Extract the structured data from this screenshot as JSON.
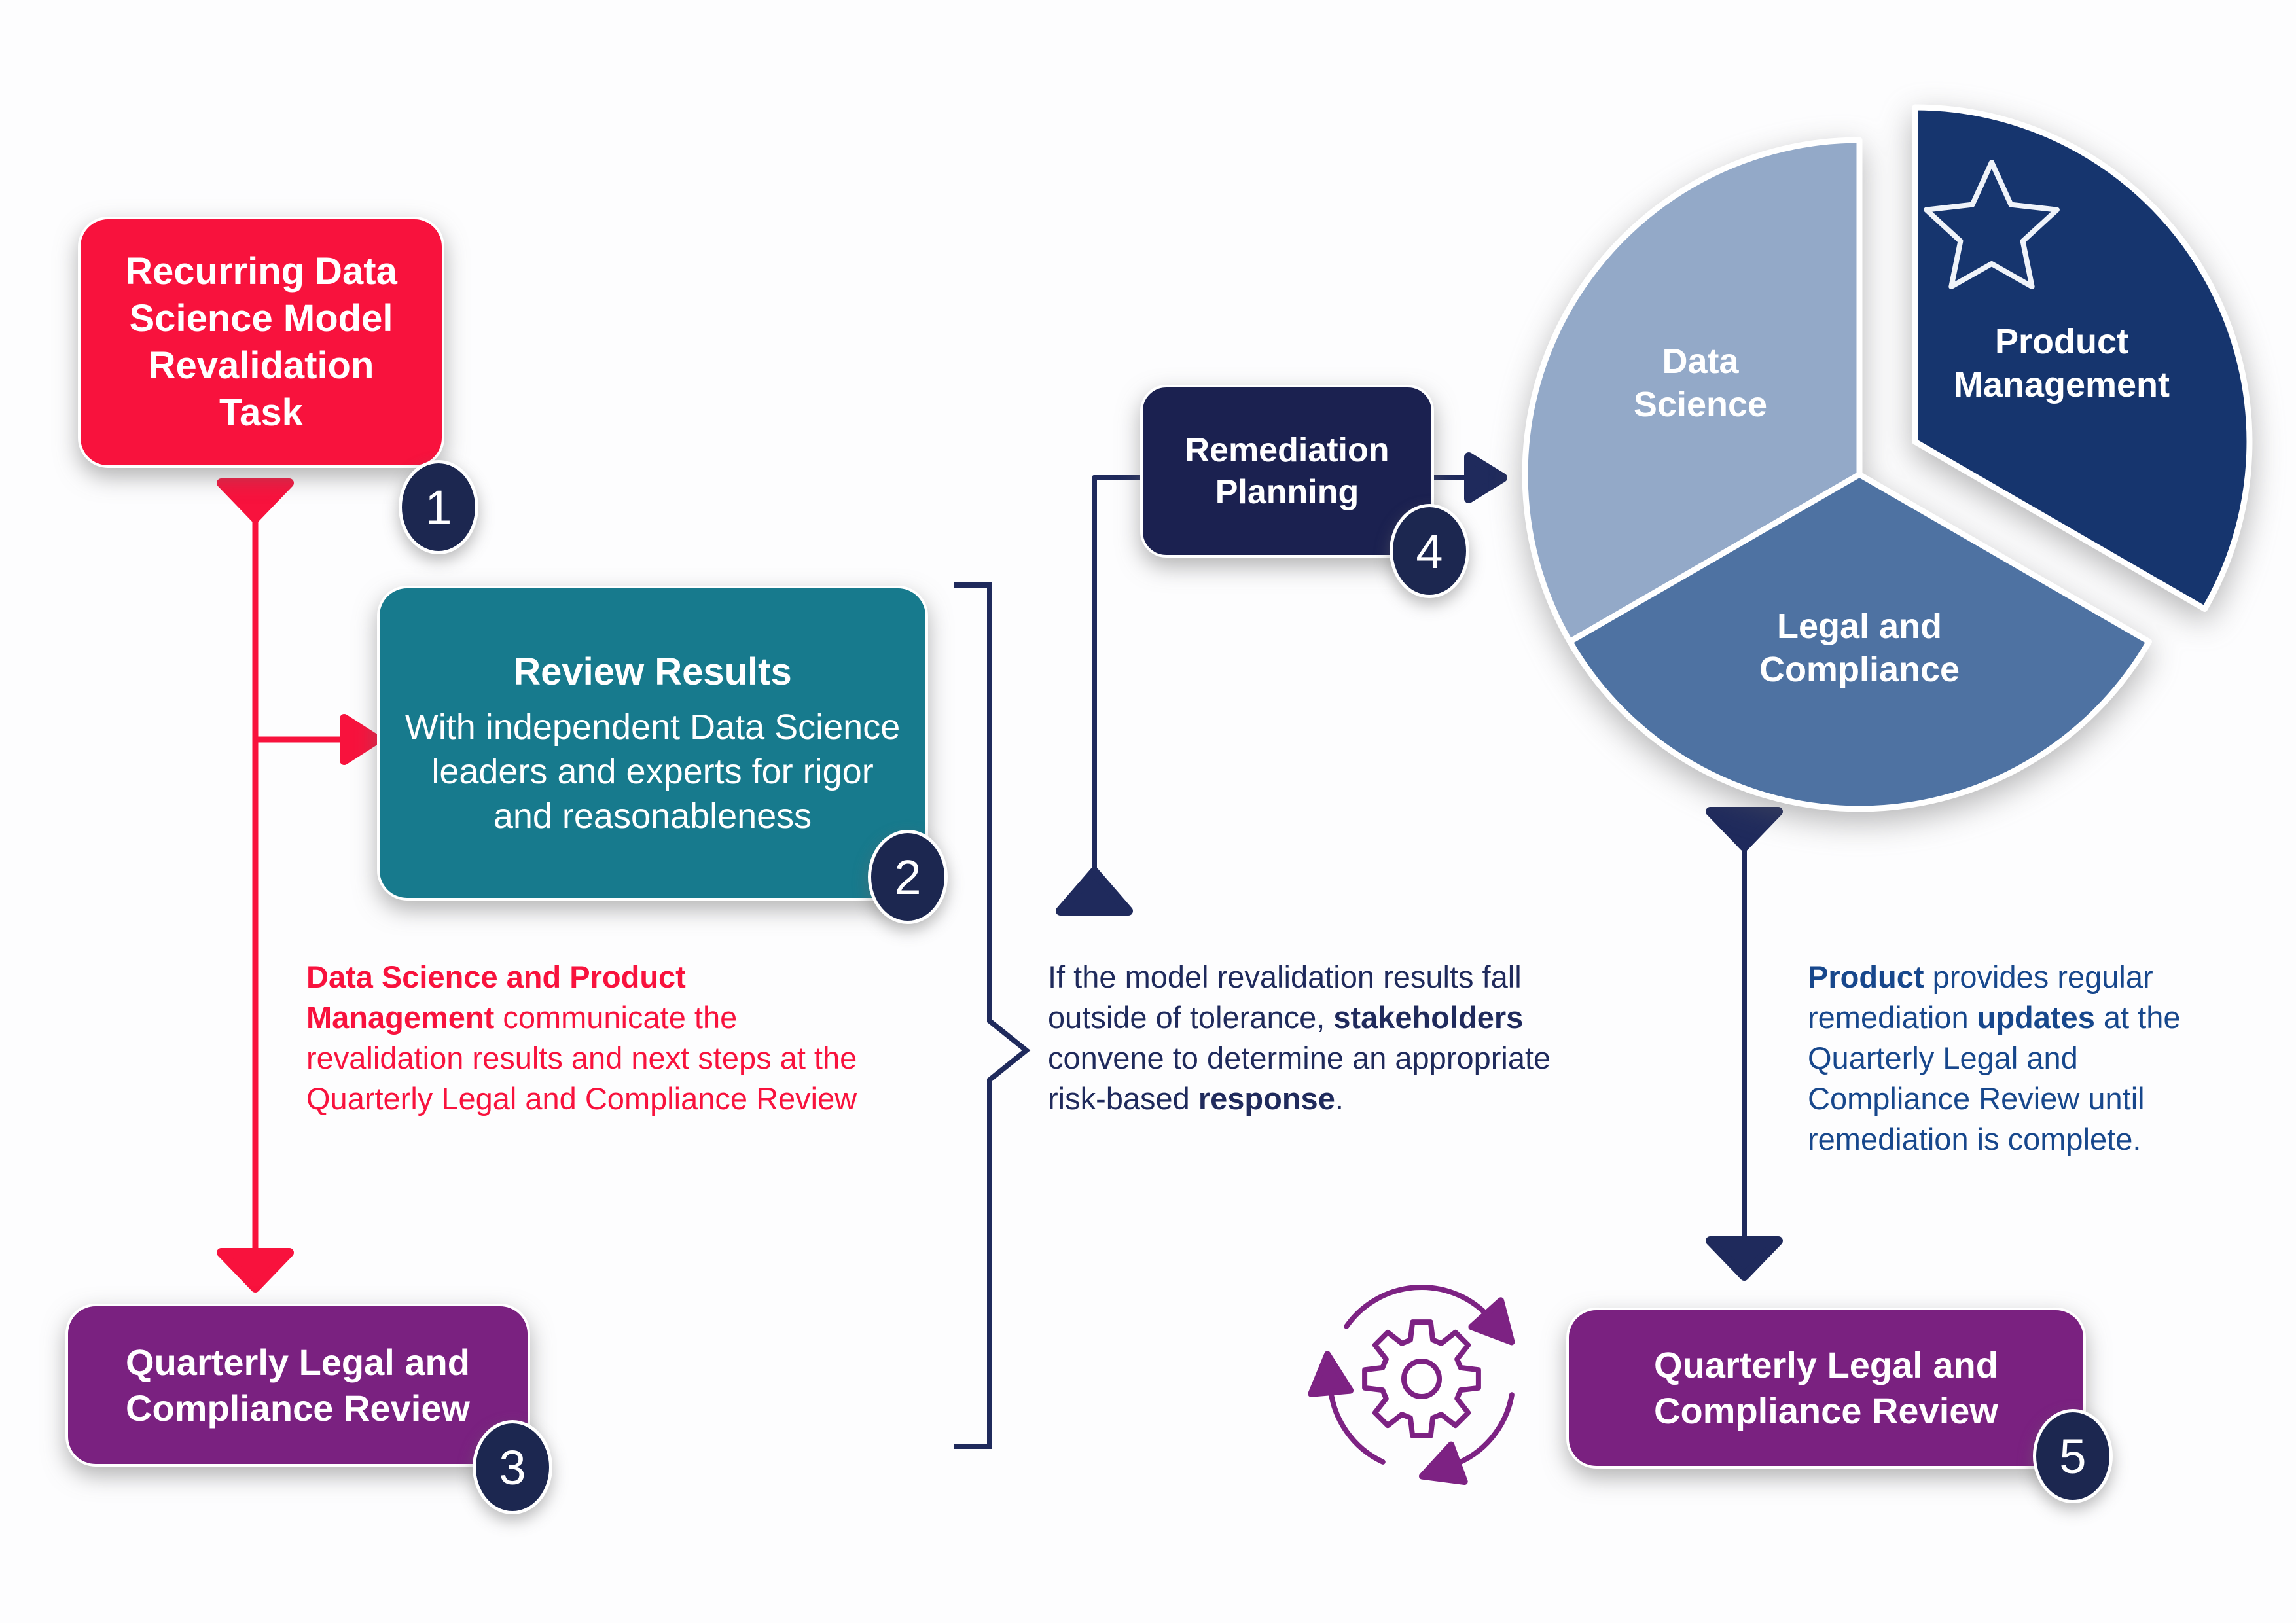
{
  "palette": {
    "red": "#F8123D",
    "teal": "#177A8D",
    "purple": "#7A2180",
    "navy": "#1B2150",
    "badge": "#1C2750",
    "pieLight": "#93A9C8",
    "pieMid": "#4E72A2",
    "pieDark": "#16356E",
    "inkNavy": "#1F2A5C",
    "inkBlue": "#17478C",
    "gear": "#7D2283"
  },
  "flow": {
    "box1": {
      "label": "Recurring Data Science Model Revalidation Task",
      "badge": "1"
    },
    "box2": {
      "title": "Review Results",
      "body": "With independent Data Science leaders and experts for rigor and reasonableness",
      "badge": "2"
    },
    "box3": {
      "label": "Quarterly Legal and Compliance Review",
      "badge": "3"
    },
    "box4": {
      "label": "Remediation Planning",
      "badge": "4"
    },
    "box5": {
      "label": "Quarterly Legal and Compliance Review",
      "badge": "5"
    }
  },
  "pie": {
    "type": "pie",
    "slices": [
      {
        "label": "Data Science",
        "value": 33.3,
        "color": "#93A9C8"
      },
      {
        "label": "Product Management",
        "value": 33.3,
        "color": "#16356E",
        "exploded": true,
        "icon": "star-icon"
      },
      {
        "label": "Legal and Compliance",
        "value": 33.3,
        "color": "#4E72A2"
      }
    ]
  },
  "notes": {
    "left": {
      "segments": [
        {
          "text": "Data Science and Product Management",
          "bold": true
        },
        {
          "text": " communicate the revalidation results and next steps at the Quarterly Legal and Compliance Review",
          "bold": false
        }
      ]
    },
    "center": {
      "segments": [
        {
          "text": "If the model revalidation results fall outside of tolerance, ",
          "bold": false
        },
        {
          "text": "stakeholders",
          "bold": true
        },
        {
          "text": " convene to determine an appropriate risk-based ",
          "bold": false
        },
        {
          "text": "response",
          "bold": true
        },
        {
          "text": ".",
          "bold": false
        }
      ]
    },
    "right": {
      "segments": [
        {
          "text": "Product",
          "bold": true
        },
        {
          "text": " provides regular remediation ",
          "bold": false
        },
        {
          "text": "updates",
          "bold": true
        },
        {
          "text": " at the Quarterly Legal and Compliance Review until remediation is complete.",
          "bold": false
        }
      ]
    }
  }
}
